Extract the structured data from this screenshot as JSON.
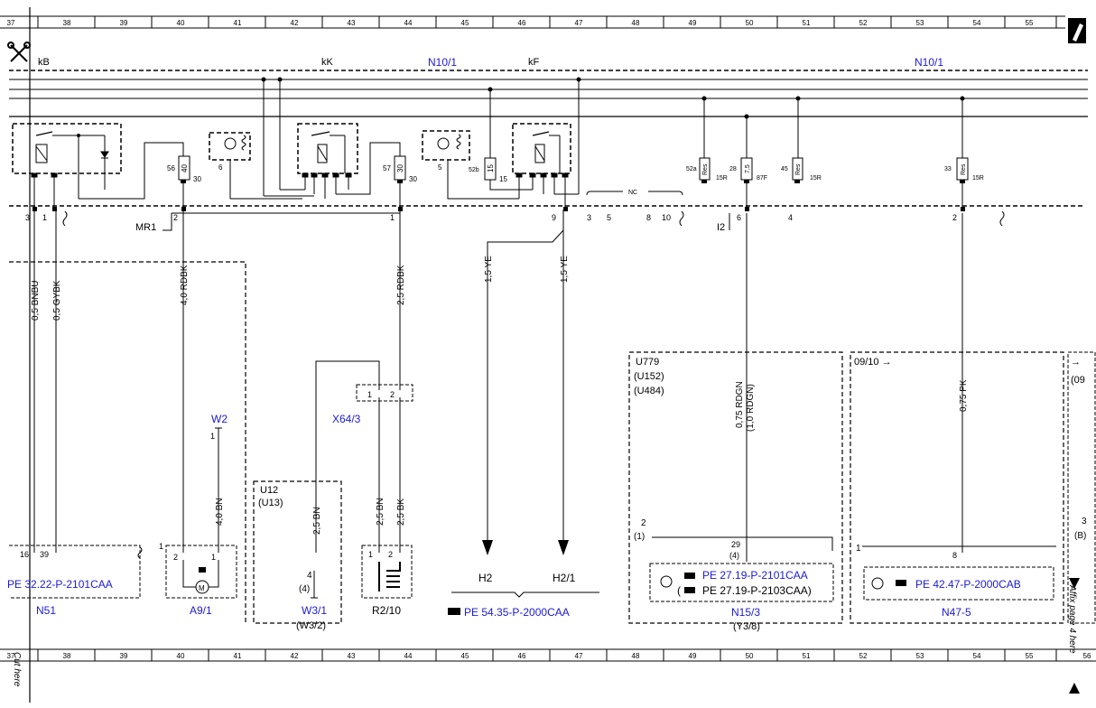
{
  "ruler": {
    "top_numbers": [
      "37",
      "38",
      "39",
      "40",
      "41",
      "42",
      "43",
      "44",
      "45",
      "46",
      "47",
      "48",
      "49",
      "50",
      "51",
      "52",
      "53",
      "54",
      "55"
    ],
    "bottom_numbers": [
      "37",
      "38",
      "39",
      "40",
      "41",
      "42",
      "43",
      "44",
      "45",
      "46",
      "47",
      "48",
      "49",
      "50",
      "51",
      "52",
      "53",
      "54",
      "55",
      "56"
    ]
  },
  "cut": {
    "left_text": "Cut here",
    "right_text": "Affix page 4 here"
  },
  "top": {
    "kB": "kB",
    "kK": "kK",
    "kF": "kF",
    "n10_left": "N10/1",
    "n10_right": "N10/1"
  },
  "relay_pins": {
    "p56": "56",
    "p40": "40",
    "p30a": "30",
    "p57": "57",
    "p30b": "30",
    "p30c": "30",
    "p6": "6",
    "p5": "5",
    "p52b": "52b",
    "p15a": "15",
    "p15b": "15",
    "p52a": "52a",
    "res1": "Res",
    "p15R1": "15R",
    "p28": "28",
    "p75": "7,5",
    "p87F": "87F",
    "p45": "45",
    "res2": "Res",
    "p15R2": "15R",
    "p33": "33",
    "res3": "Res",
    "p15R3": "15R"
  },
  "connectors": {
    "c3": "3",
    "c1": "1",
    "mr1_2": "2",
    "mr1": "MR1",
    "mr1_1": "1",
    "c9": "9",
    "c3b": "3",
    "c5": "5",
    "c8": "8",
    "c10": "10",
    "nc": "NC",
    "c6": "6",
    "i2": "I2",
    "c4": "4",
    "c2": "2"
  },
  "wires": {
    "w1": "0,5 BNBU",
    "w2": "0,5 GYBK",
    "w3": "4,0 RDBK",
    "w4": "2,5 RDBK",
    "w5": "1,5 YE",
    "w6": "1,5 YE",
    "w7": "0,75 RDGN",
    "w7b": "(1,0 RDGN)",
    "w8": "0,75 PK",
    "w9": "4,0 BN",
    "w10": "2,5 BN",
    "w11": "2,5 BN",
    "w12": "2,5 BK"
  },
  "components": {
    "w2": "W2",
    "w2_pin": "1",
    "x64": "X64/3",
    "x64_1": "1",
    "x64_2": "2",
    "u12": "U12",
    "u13": "(U13)",
    "w31_pin": "4",
    "w31_pin2": "(4)",
    "w31": "W3/1",
    "w32": "(W3/2)",
    "r210": "R2/10",
    "r210_1": "1",
    "r210_2": "2",
    "n51_16": "16",
    "n51_39": "39",
    "n51_ref": "PE 32.22-P-2101CAA",
    "n51": "N51",
    "a91_1a": "1",
    "a91_2": "2",
    "a91_1": "1",
    "a91": "A9/1",
    "h2": "H2",
    "h21": "H2/1",
    "h_ref": "PE 54.35-P-2000CAA",
    "u779": "U779",
    "u152": "(U152)",
    "u484": "(U484)",
    "n153_2": "2",
    "n153_1": "(1)",
    "n153_29": "29",
    "n153_4": "(4)",
    "n153_ref1": "PE 27.19-P-2101CAA",
    "n153_ref2": "PE 27.19-P-2103CAA)",
    "n153": "N15/3",
    "y38": "(Y3/8)",
    "date": "09/10 →",
    "n475_1": "1",
    "n475_8": "8",
    "n475_ref": "PE 42.47-P-2000CAB",
    "n475": "N47-5",
    "right_arrow": "→",
    "right_09": "(09",
    "right_3": "3",
    "right_B": "(B)"
  }
}
